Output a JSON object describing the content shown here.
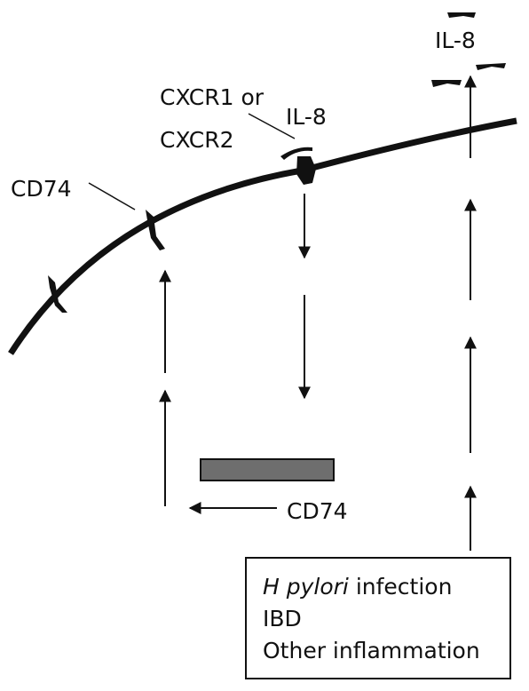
{
  "labels": {
    "cd74_receptor": "CD74",
    "cxcr": "CXCR1 or",
    "cxcr2": "CXCR2",
    "il8_bound": "IL-8",
    "il8_free": "IL-8",
    "cd74_bottom": "CD74"
  },
  "box": {
    "line1_italic": "H pylori",
    "line1_rest": " infection",
    "line2": "IBD",
    "line3": "Other inflammation"
  },
  "colors": {
    "line": "#111111",
    "gene_bar": "#6e6e6e"
  }
}
